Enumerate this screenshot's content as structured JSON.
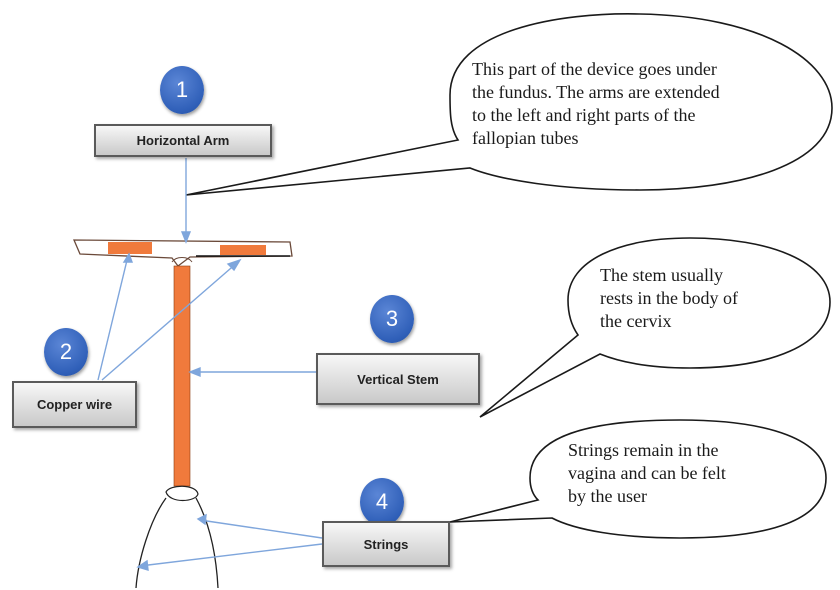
{
  "parts": [
    {
      "number": "1",
      "label": "Horizontal Arm"
    },
    {
      "number": "2",
      "label": "Copper wire"
    },
    {
      "number": "3",
      "label": "Vertical Stem"
    },
    {
      "number": "4",
      "label": "Strings"
    }
  ],
  "callouts": {
    "horizontal_arm": [
      "This part of the device goes under",
      "the fundus. The arms are extended",
      "to the left and right parts of the",
      "fallopian tubes"
    ],
    "vertical_stem": [
      "The stem usually",
      "rests in the body of",
      "the cervix"
    ],
    "strings": [
      "Strings remain in the",
      "vagina and can be felt",
      "by the user"
    ]
  },
  "colors": {
    "copper": "#f07a3c",
    "pointer": "#7fa6dc",
    "badge": "#2f5fb8"
  }
}
